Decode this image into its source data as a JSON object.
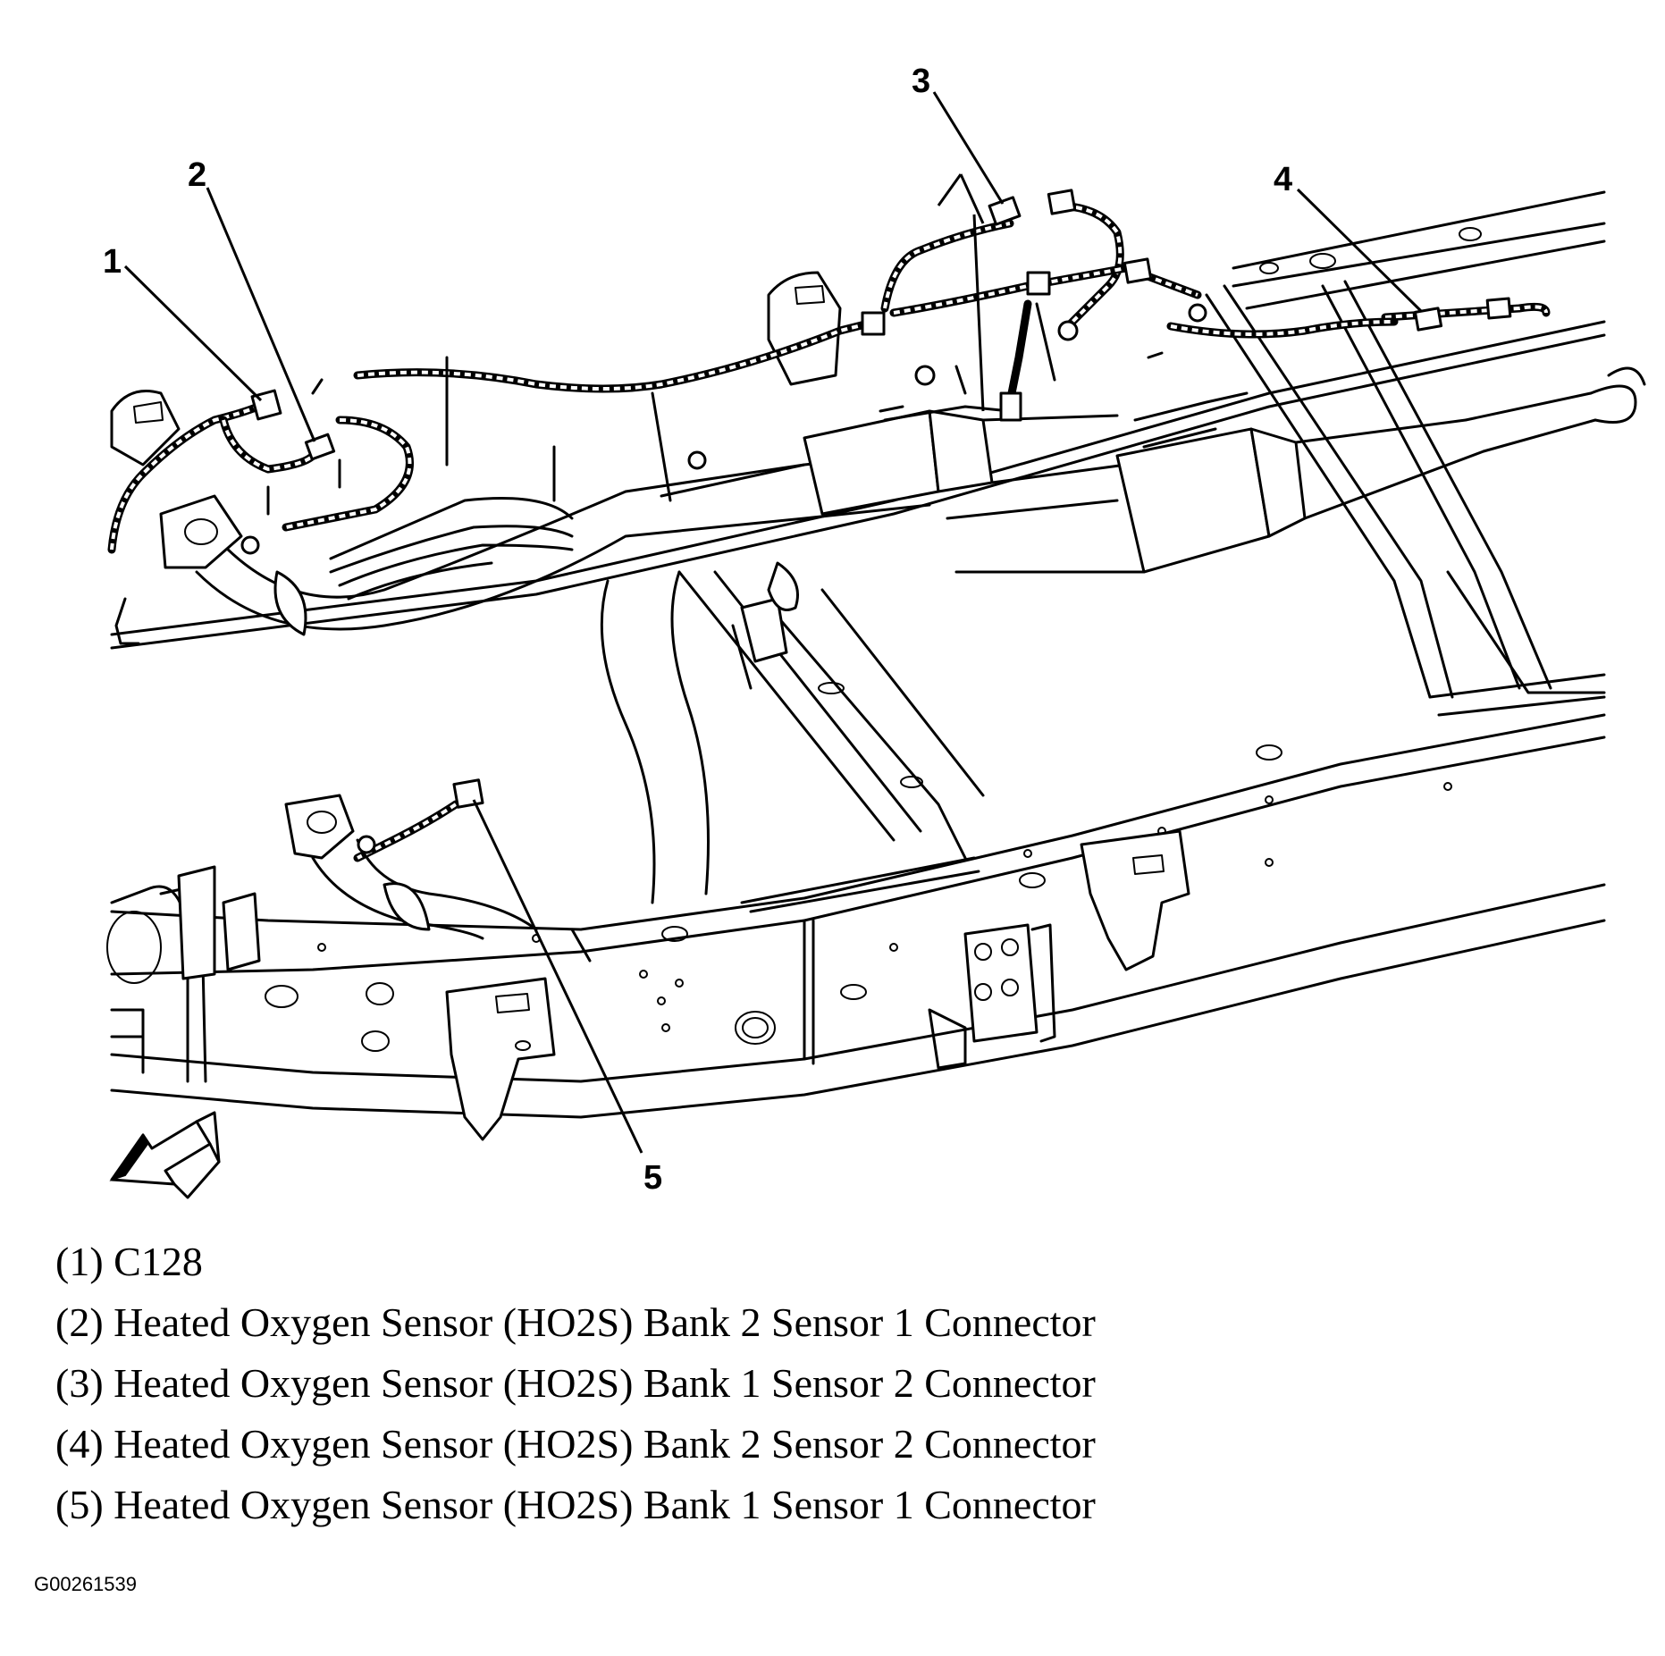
{
  "callouts": [
    {
      "number": "1"
    },
    {
      "number": "2"
    },
    {
      "number": "3"
    },
    {
      "number": "4"
    },
    {
      "number": "5"
    }
  ],
  "legend": [
    {
      "text": "(1) C128"
    },
    {
      "text": "(2) Heated Oxygen Sensor (HO2S) Bank 2 Sensor 1 Connector"
    },
    {
      "text": "(3) Heated Oxygen Sensor (HO2S) Bank 1 Sensor 2 Connector"
    },
    {
      "text": "(4) Heated Oxygen Sensor (HO2S) Bank 2 Sensor 2 Connector"
    },
    {
      "text": "(5) Heated Oxygen Sensor (HO2S) Bank 1 Sensor 1 Connector"
    }
  ],
  "figure_id": "G00261539",
  "icons": {
    "direction_arrow": "front-direction-arrow-icon"
  }
}
